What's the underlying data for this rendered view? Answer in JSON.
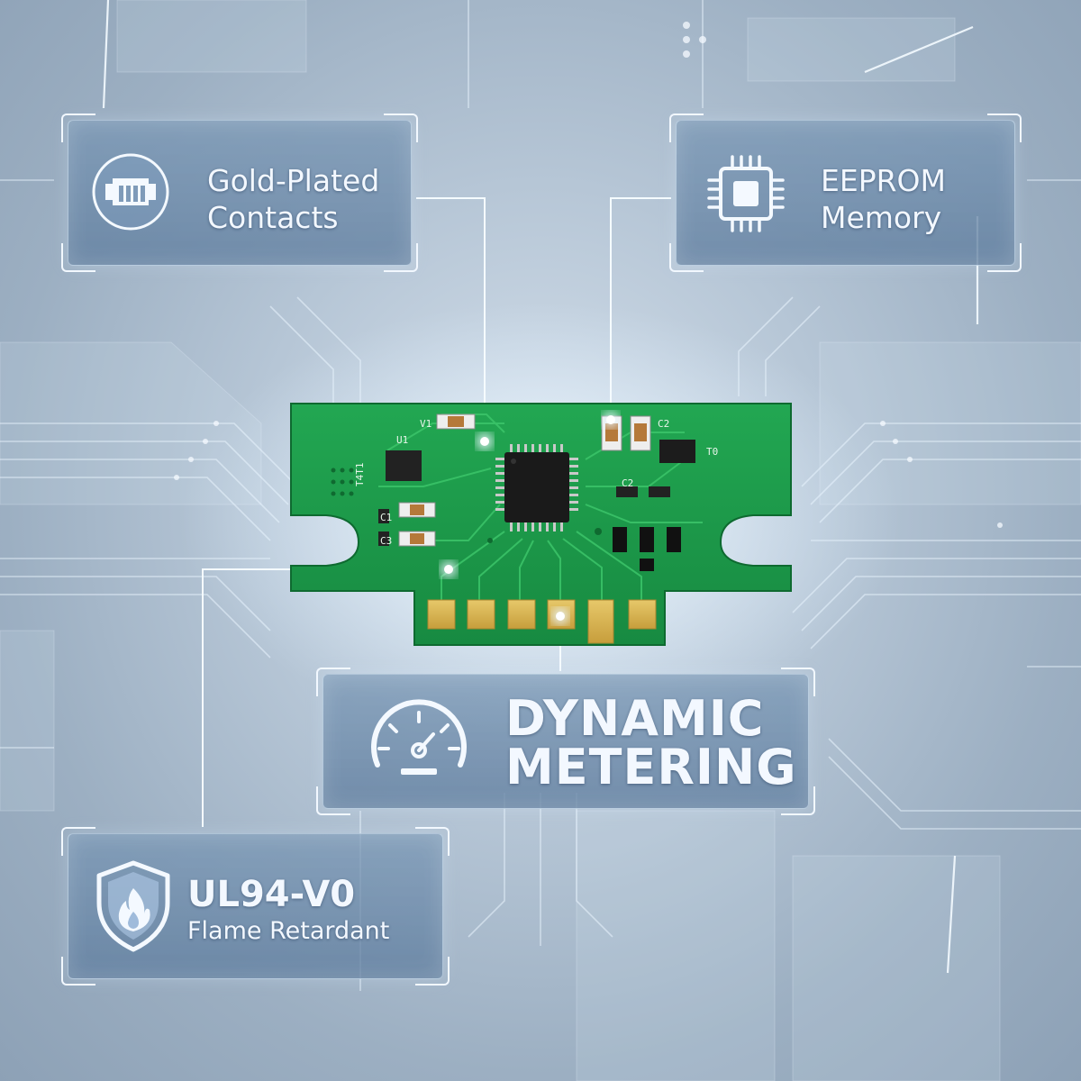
{
  "features": {
    "gold_plated": {
      "line1": "Gold-Plated",
      "line2": "Contacts",
      "icon": "connector-icon"
    },
    "eeprom": {
      "line1": "EEPROM",
      "line2": "Memory",
      "icon": "chip-icon"
    },
    "dynamic_metering": {
      "line1": "DYNAMIC",
      "line2": "METERING",
      "icon": "speedometer-icon"
    },
    "flame_retardant": {
      "line1": "UL94-V0",
      "line2": "Flame Retardant",
      "icon": "shield-flame-icon"
    }
  },
  "pcb": {
    "silkscreen": [
      "U1",
      "V1",
      "C1",
      "C2",
      "C3",
      "C2",
      "T0",
      "T4T1"
    ],
    "colors": {
      "board": "#1e9a4a",
      "pad": "#d8b553",
      "chip": "#1a1a1a",
      "glow": "#e8f6ff"
    }
  }
}
